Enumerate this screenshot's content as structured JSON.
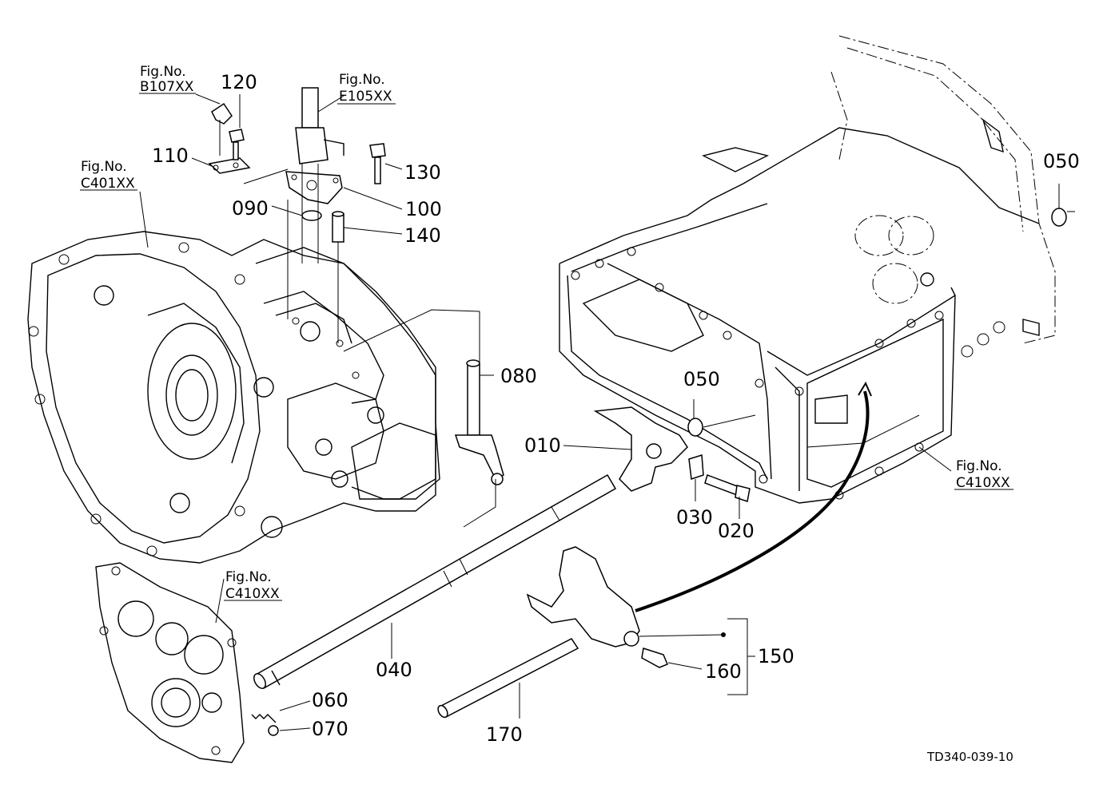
{
  "callouts": {
    "p010": "010",
    "p020": "020",
    "p030": "030",
    "p040": "040",
    "p050a": "050",
    "p050b": "050",
    "p060": "060",
    "p070": "070",
    "p080": "080",
    "p090": "090",
    "p100": "100",
    "p110": "110",
    "p120": "120",
    "p130": "130",
    "p140": "140",
    "p150": "150",
    "p160": "160",
    "p170": "170"
  },
  "fig_refs": {
    "b107": {
      "title": "Fig.No.",
      "code": "B107XX"
    },
    "e105": {
      "title": "Fig.No.",
      "code": "E105XX"
    },
    "c401": {
      "title": "Fig.No.",
      "code": "C401XX"
    },
    "c410_right": {
      "title": "Fig.No.",
      "code": "C410XX"
    },
    "c410_left": {
      "title": "Fig.No.",
      "code": "C410XX"
    }
  },
  "drawing_code": "TD340-039-10"
}
